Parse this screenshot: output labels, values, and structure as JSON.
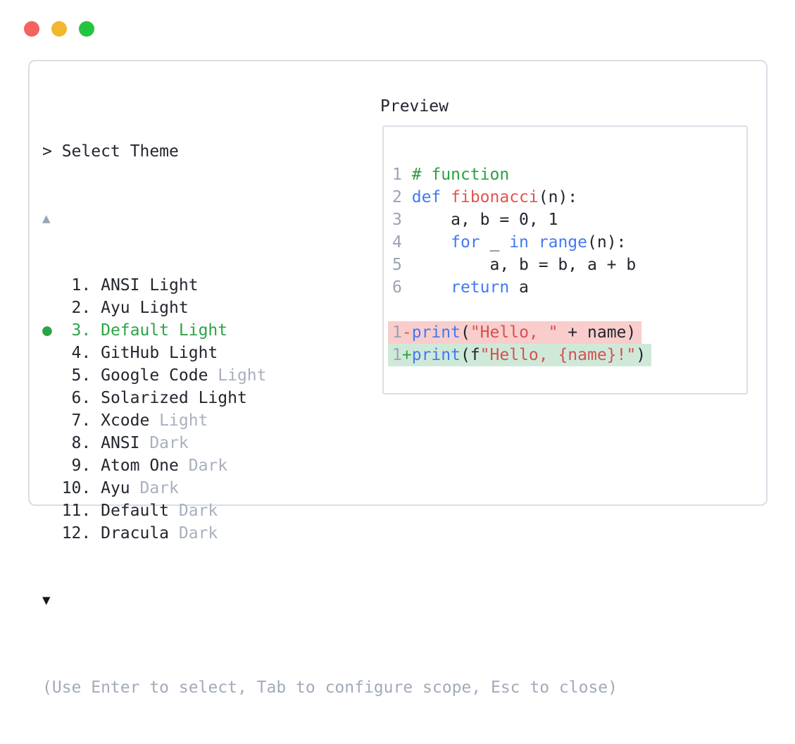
{
  "window": {
    "traffic_lights": [
      {
        "name": "close",
        "color": "#f4635e"
      },
      {
        "name": "minimize",
        "color": "#f2b62f"
      },
      {
        "name": "zoom",
        "color": "#24c440"
      }
    ]
  },
  "colors": {
    "selected_green": "#2ca446",
    "comment_green": "#2f9e44",
    "keyword_blue": "#4379f2",
    "function_red": "#e05550",
    "string_red": "#d65151",
    "plain_text": "#23262f",
    "muted_gray": "#a8b0be",
    "line_number_gray": "#9aa3b2",
    "diff_removed_bg": "#f8cdcb",
    "diff_added_bg": "#cfe9d9",
    "panel_border": "#d9dde4"
  },
  "theme_picker": {
    "prompt": "> Select Theme",
    "scroll_up": "▲",
    "scroll_down": "▼",
    "selected_number": "3",
    "items": [
      {
        "number": "1",
        "name": "ANSI Light",
        "muted_suffix": "",
        "selected": false
      },
      {
        "number": "2",
        "name": "Ayu Light",
        "muted_suffix": "",
        "selected": false
      },
      {
        "number": "3",
        "name": "Default Light",
        "muted_suffix": "",
        "selected": true
      },
      {
        "number": "4",
        "name": "GitHub Light",
        "muted_suffix": "",
        "selected": false
      },
      {
        "number": "5",
        "name": "Google Code",
        "muted_suffix": "Light",
        "selected": false
      },
      {
        "number": "6",
        "name": "Solarized Light",
        "muted_suffix": "",
        "selected": false
      },
      {
        "number": "7",
        "name": "Xcode",
        "muted_suffix": "Light",
        "selected": false
      },
      {
        "number": "8",
        "name": "ANSI",
        "muted_suffix": "Dark",
        "selected": false
      },
      {
        "number": "9",
        "name": "Atom One",
        "muted_suffix": "Dark",
        "selected": false
      },
      {
        "number": "10",
        "name": "Ayu",
        "muted_suffix": "Dark",
        "selected": false
      },
      {
        "number": "11",
        "name": "Default",
        "muted_suffix": "Dark",
        "selected": false
      },
      {
        "number": "12",
        "name": "Dracula",
        "muted_suffix": "Dark",
        "selected": false
      }
    ],
    "help_text": "(Use Enter to select, Tab to configure scope, Esc to close)"
  },
  "preview": {
    "label": "Preview",
    "code_lines": [
      {
        "no": "1",
        "tokens": [
          {
            "t": "# function",
            "c": "comment"
          }
        ]
      },
      {
        "no": "2",
        "tokens": [
          {
            "t": "def",
            "c": "kw"
          },
          {
            "t": " ",
            "c": "plain"
          },
          {
            "t": "fibonacci",
            "c": "fn"
          },
          {
            "t": "(n):",
            "c": "plain"
          }
        ]
      },
      {
        "no": "3",
        "tokens": [
          {
            "t": "    a, b = 0, 1",
            "c": "plain"
          }
        ]
      },
      {
        "no": "4",
        "tokens": [
          {
            "t": "    ",
            "c": "plain"
          },
          {
            "t": "for",
            "c": "kw"
          },
          {
            "t": " _ ",
            "c": "plain"
          },
          {
            "t": "in",
            "c": "kw"
          },
          {
            "t": " ",
            "c": "plain"
          },
          {
            "t": "range",
            "c": "kw"
          },
          {
            "t": "(n):",
            "c": "plain"
          }
        ]
      },
      {
        "no": "5",
        "tokens": [
          {
            "t": "        a, b = b, a + b",
            "c": "plain"
          }
        ]
      },
      {
        "no": "6",
        "tokens": [
          {
            "t": "    ",
            "c": "plain"
          },
          {
            "t": "return",
            "c": "kw"
          },
          {
            "t": " a",
            "c": "plain"
          }
        ]
      }
    ],
    "diff_lines": [
      {
        "no": "1",
        "sign": "-",
        "kind": "removed",
        "tokens": [
          {
            "t": "print",
            "c": "kw"
          },
          {
            "t": "(",
            "c": "plain"
          },
          {
            "t": "\"Hello, \"",
            "c": "str"
          },
          {
            "t": " + name)",
            "c": "plain"
          }
        ]
      },
      {
        "no": "1",
        "sign": "+",
        "kind": "added",
        "tokens": [
          {
            "t": "print",
            "c": "kw"
          },
          {
            "t": "(f",
            "c": "plain"
          },
          {
            "t": "\"Hello, {name}!\"",
            "c": "str"
          },
          {
            "t": ")",
            "c": "plain"
          }
        ]
      }
    ]
  }
}
